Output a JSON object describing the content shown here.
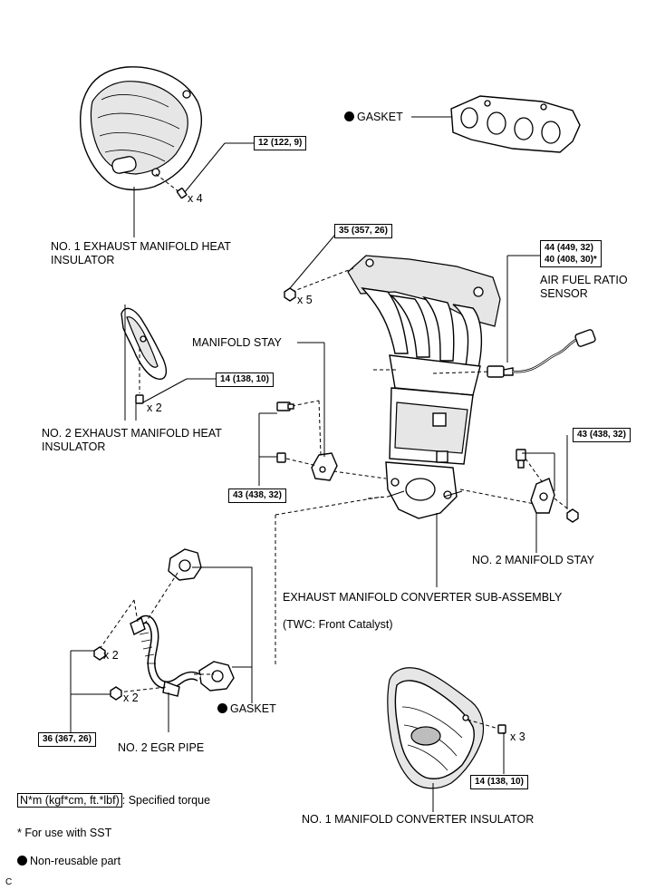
{
  "labels": {
    "gasket_top": "GASKET",
    "no1_heat_insulator": "NO. 1 EXHAUST MANIFOLD HEAT INSULATOR",
    "manifold_stay": "MANIFOLD STAY",
    "no2_heat_insulator": "NO. 2 EXHAUST MANIFOLD HEAT INSULATOR",
    "air_fuel_sensor": "AIR FUEL RATIO SENSOR",
    "no2_manifold_stay": "NO. 2 MANIFOLD STAY",
    "converter_sub_assembly": "EXHAUST MANIFOLD CONVERTER SUB-ASSEMBLY",
    "twc_note": "(TWC: Front Catalyst)",
    "gasket_egr": "GASKET",
    "no2_egr_pipe": "NO. 2 EGR PIPE",
    "no1_converter_insulator": "NO. 1 MANIFOLD CONVERTER INSULATOR"
  },
  "torques": {
    "t12": "12 (122, 9)",
    "t35": "35 (357, 26)",
    "t44": "44 (449, 32)",
    "t40": "40 (408, 30)*",
    "t14a": "14 (138, 10)",
    "t43a": "43 (438, 32)",
    "t43b": "43 (438, 32)",
    "t36": "36 (367, 26)",
    "t14b": "14 (138, 10)"
  },
  "quantities": {
    "q1": "x 4",
    "q2": "x 5",
    "q3": "x 2",
    "q4": "x 2",
    "q5": "x 2",
    "q6": "x 3"
  },
  "legend": {
    "unit_box": "N*m (kgf*cm, ft.*lbf)",
    "unit_text": ": Specified torque",
    "sst_note": "* For use with SST",
    "non_reusable": "Non-reusable part"
  },
  "corner_code": "C"
}
